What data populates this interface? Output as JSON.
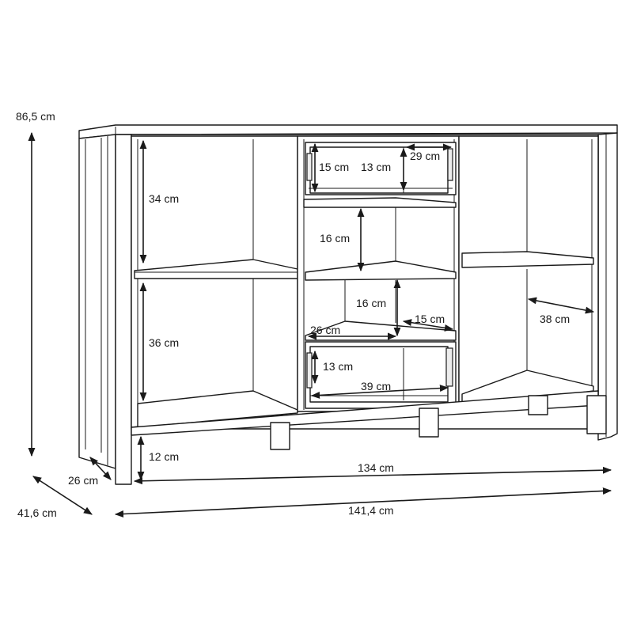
{
  "dimensions": {
    "total_height": "86,5 cm",
    "inner_depth": "26 cm",
    "total_depth": "41,6 cm",
    "inner_width": "134 cm",
    "total_width": "141,4 cm",
    "leg_height": "12 cm",
    "left_top_compartment": "34 cm",
    "left_bottom_compartment": "36 cm",
    "top_drawer_front": "15 cm",
    "top_drawer_inner_height": "13 cm",
    "top_drawer_inner_depth": "29 cm",
    "middle_upper_compartment": "16 cm",
    "middle_lower_compartment": "16 cm",
    "middle_shelf_width": "26 cm",
    "middle_shelf_depth": "15 cm",
    "bottom_drawer_height": "13 cm",
    "bottom_drawer_width": "39 cm",
    "right_compartment_depth": "38 cm"
  }
}
